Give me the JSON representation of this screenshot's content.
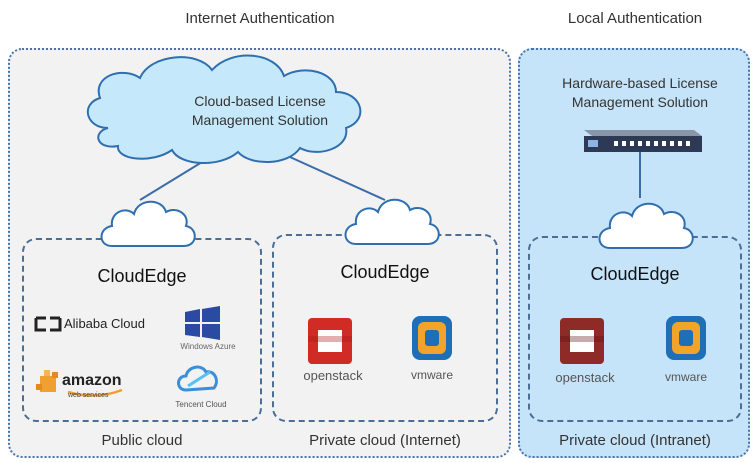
{
  "headers": {
    "internet": "Internet Authentication",
    "local": "Local Authentication"
  },
  "cloud_solution": {
    "line1": "Cloud-based License",
    "line2": "Management Solution"
  },
  "hardware_solution": {
    "line1": "Hardware-based License",
    "line2": "Management Solution"
  },
  "cloudedge_label": "CloudEdge",
  "captions": {
    "public": "Public cloud",
    "private_internet": "Private cloud (Internet)",
    "private_intranet": "Private cloud (Intranet)"
  },
  "logos": {
    "alibaba": "Alibaba Cloud",
    "windows_azure": "Windows Azure",
    "amazon": "amazon",
    "amazon_sub": "web services",
    "tencent": "Tencent Cloud",
    "openstack": "openstack",
    "vmware": "vmware"
  },
  "colors": {
    "local_bg": "#c6e4f9",
    "region_bg": "#f2f2f2",
    "cloud_fill": "#c5e9fa",
    "cloud_stroke": "#2f6fb0",
    "box_stroke": "#4a6e96"
  }
}
